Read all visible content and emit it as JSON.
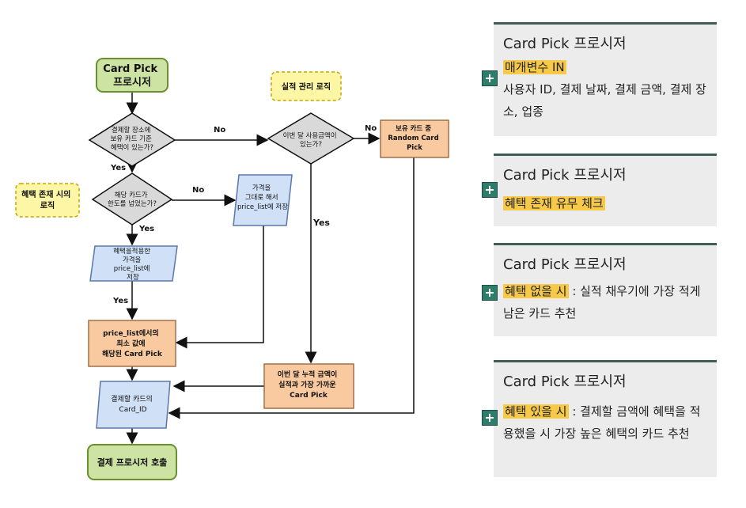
{
  "flowchart": {
    "start": [
      "Card Pick",
      "프로시저"
    ],
    "d1": [
      "결제할 장소에",
      "보유 카드 기준",
      "혜택이 있는가?"
    ],
    "d2": [
      "이번 달 사용금액이",
      "있는가?"
    ],
    "r1": [
      "보유 카드 중",
      "Random Card",
      "Pick"
    ],
    "d3": [
      "해당 카드가",
      "한도를 넘었는가?"
    ],
    "p1": [
      "가격을",
      "그대로 해서",
      "price_list에 저장"
    ],
    "p2": [
      "혜택을적용한",
      "가격을",
      "price_list에",
      "저장"
    ],
    "r2": [
      "price_list에서의",
      "최소 값에",
      "해당된 Card Pick"
    ],
    "r3": [
      "이번 달 누적 금액이",
      "실적과 가장 가까운",
      "Card Pick"
    ],
    "p3": [
      "결제할 카드의",
      "Card_ID"
    ],
    "end": "결제 프로시저 호출",
    "note1": "실적 관리 로직",
    "note2": [
      "혜택 존재 시의",
      "로직"
    ],
    "labels": {
      "d1_no": "No",
      "d1_yes": "Yes",
      "d2_no": "No",
      "d2_yes": "Yes",
      "d3_no": "No",
      "d3_yes": "Yes",
      "p2_yes": "Yes"
    }
  },
  "cards": [
    {
      "title": "Card Pick 프로시저",
      "highlight": "매개변수 IN",
      "rest": "",
      "body": "사용자 ID, 결제 날짜, 결제 금액, 결제 장소, 업종"
    },
    {
      "title": "Card Pick 프로시저",
      "highlight": "혜택 존재 유무 체크",
      "rest": "",
      "body": ""
    },
    {
      "title": "Card Pick 프로시저",
      "highlight": "혜택 없을 시",
      "rest": " : 실적 채우기에 가장 적게 남은 카드 추천",
      "body": ""
    },
    {
      "title": "Card Pick 프로시저",
      "highlight": "혜택 있을 시",
      "rest": " : 결제할 금액에 혜택을 적용했을 시 가장 높은 혜택의 카드 추천",
      "body": ""
    }
  ],
  "colors": {
    "start_fill": "#cde3a3",
    "start_stroke": "#6a8f2e",
    "decision_fill": "#d9d9d9",
    "orange_fill": "#f9caa0",
    "orange_stroke": "#a0714a",
    "blue_fill": "#cfe0f7",
    "blue_stroke": "#5a78a8",
    "note_fill": "#fdf6a4",
    "note_stroke": "#c9a400",
    "highlight": "#f7c948",
    "plus_fill": "#2e7d6b"
  }
}
